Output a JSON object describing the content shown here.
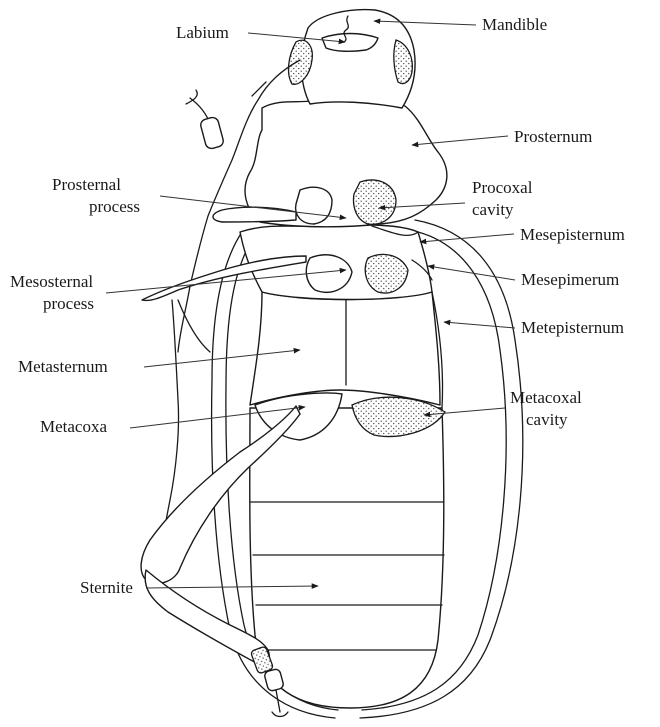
{
  "labels": {
    "labium": "Labium",
    "mandible": "Mandible",
    "prosternum": "Prosternum",
    "prosternal_process_1": "Prosternal",
    "prosternal_process_2": "process",
    "procoxal_cavity_1": "Procoxal",
    "procoxal_cavity_2": "cavity",
    "mesepisternum": "Mesepisternum",
    "mesosternal_process_1": "Mesosternal",
    "mesosternal_process_2": "process",
    "mesepimerum": "Mesepimerum",
    "metepisternum": "Metepisternum",
    "metasternum": "Metasternum",
    "metacoxal_cavity_1": "Metacoxal",
    "metacoxal_cavity_2": "cavity",
    "metacoxa": "Metacoxa",
    "sternite": "Sternite"
  },
  "colors": {
    "ink": "#1a1a1a",
    "paper": "#ffffff",
    "stipple": "#555555"
  }
}
